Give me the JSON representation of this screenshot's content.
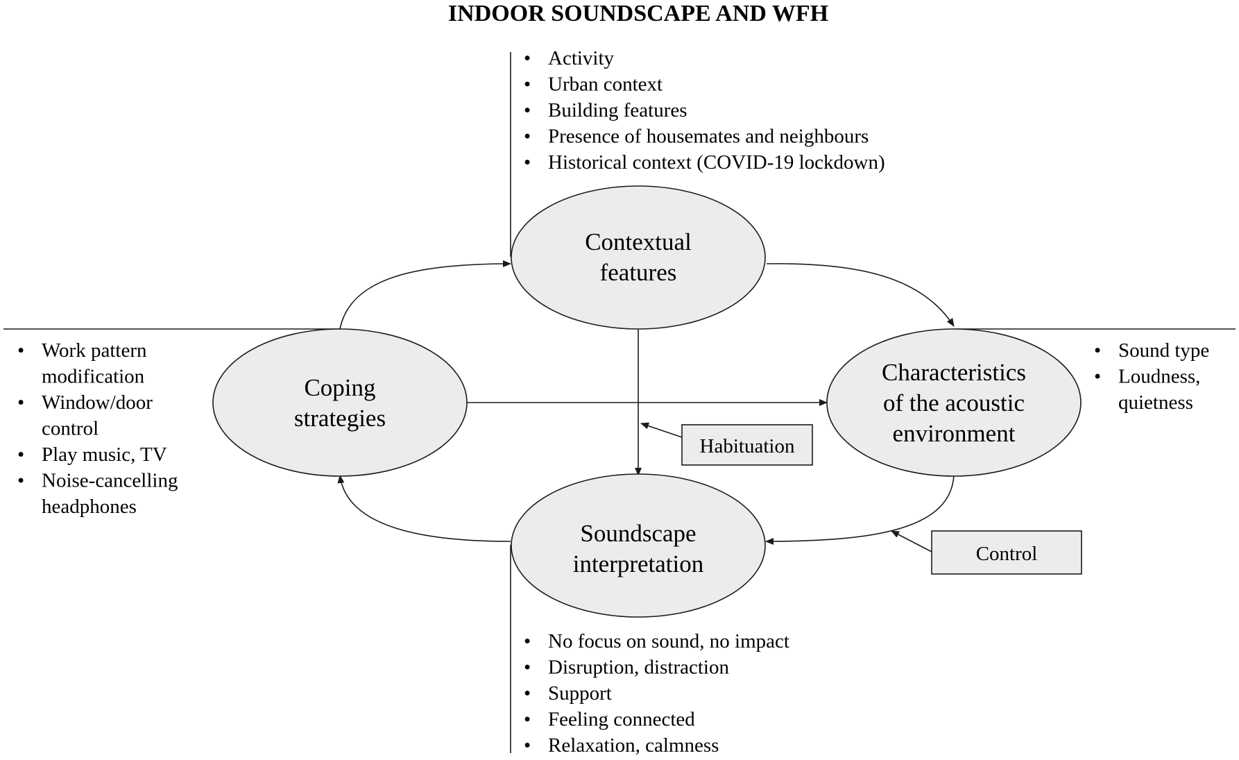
{
  "title": "INDOOR SOUNDSCAPE AND WFH",
  "nodes": {
    "contextual": {
      "line1": "Contextual",
      "line2": "features"
    },
    "coping": {
      "line1": "Coping",
      "line2": "strategies"
    },
    "characteristics": {
      "line1": "Characteristics",
      "line2": "of the acoustic",
      "line3": "environment"
    },
    "soundscape": {
      "line1": "Soundscape",
      "line2": "interpretation"
    }
  },
  "boxes": {
    "habituation": "Habituation",
    "control": "Control"
  },
  "bullet_symbol": "•",
  "lists": {
    "contextual": [
      "Activity",
      "Urban context",
      "Building features",
      "Presence of housemates and neighbours",
      "Historical context (COVID-19 lockdown)"
    ],
    "coping": [
      [
        "Work pattern",
        "modification"
      ],
      [
        "Window/door",
        "control"
      ],
      [
        "Play music, TV"
      ],
      [
        "Noise-cancelling",
        "headphones"
      ]
    ],
    "characteristics": [
      [
        "Sound type"
      ],
      [
        "Loudness,",
        "quietness"
      ]
    ],
    "soundscape": [
      "No focus on sound, no impact",
      "Disruption, distraction",
      "Support",
      "Feeling connected",
      "Relaxation, calmness"
    ]
  }
}
